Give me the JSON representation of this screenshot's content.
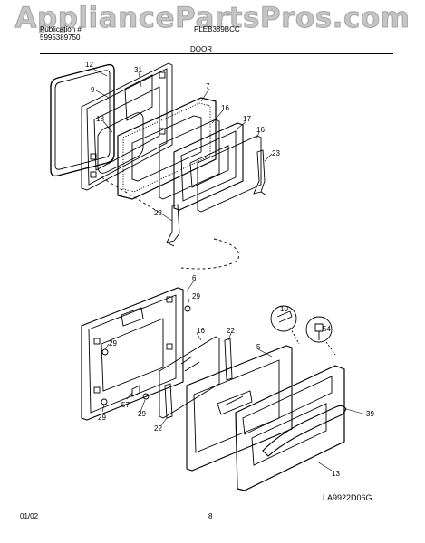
{
  "watermark": "AppliancePartsPros.com",
  "header": {
    "left_line1": "Publication #",
    "left_line2": "5995389750",
    "mid_line1": "PLEB389BCC"
  },
  "title": "DOOR",
  "footer": {
    "date": "01/02",
    "page": "8",
    "diagram_code": "LA9922D06G"
  },
  "callouts": {
    "c12": "12",
    "c31": "31",
    "c9": "9",
    "c7": "7",
    "c18": "18",
    "c16a": "16",
    "c17": "17",
    "c16b": "16",
    "c23a": "23",
    "c23b": "23",
    "c6": "6",
    "c29a": "29",
    "c16c": "16",
    "c22a": "22",
    "c5": "5",
    "c29b": "29",
    "c57": "57",
    "c29c": "29",
    "c29d": "29",
    "c22b": "22",
    "c10": "10",
    "c54": "54",
    "c39": "39",
    "c13": "13"
  }
}
